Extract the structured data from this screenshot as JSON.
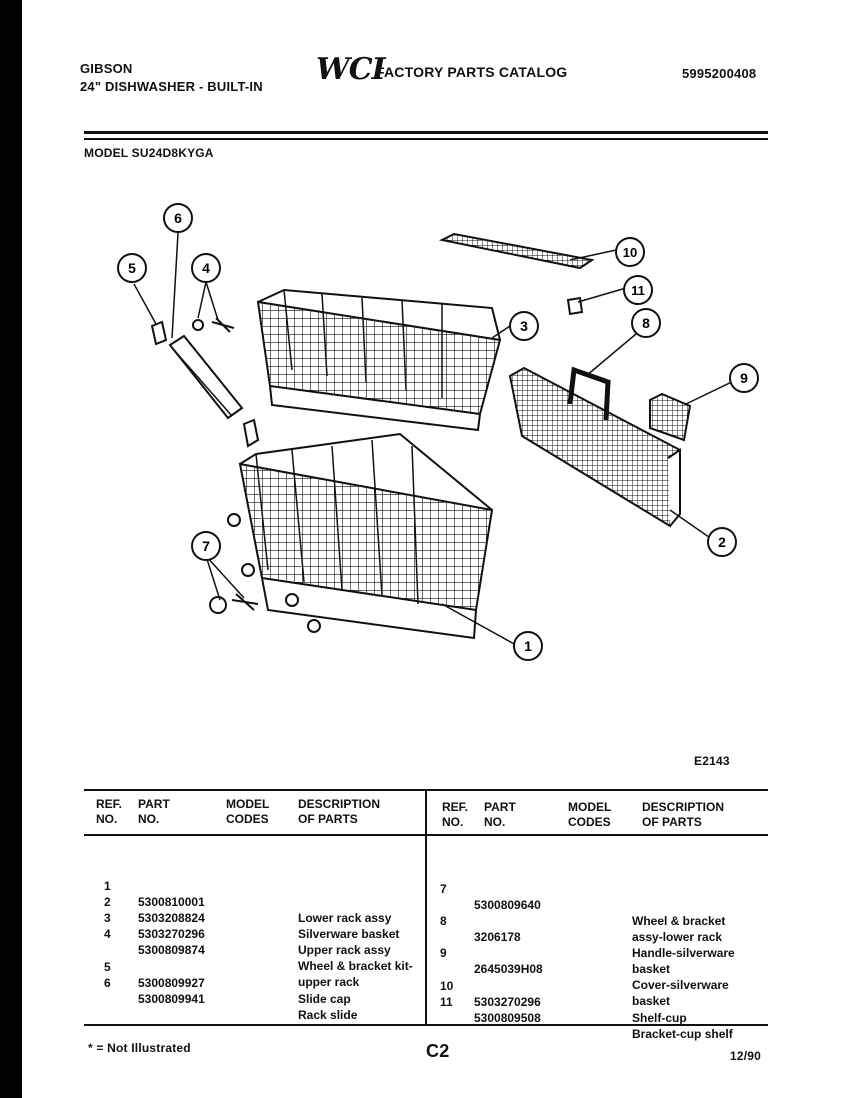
{
  "header": {
    "brand": "GIBSON",
    "product": "24\" DISHWASHER - BUILT-IN",
    "logo_text": "WCI",
    "catalog_title": "FACTORY PARTS CATALOG",
    "catalog_number": "5995200408",
    "model_line": "MODEL  SU24D8KYGA"
  },
  "diagram": {
    "code": "E2143",
    "callouts": [
      "1",
      "2",
      "3",
      "4",
      "5",
      "6",
      "7",
      "8",
      "9",
      "10",
      "11"
    ]
  },
  "table": {
    "headers": {
      "ref": "REF.\nNO.",
      "part": "PART\nNO.",
      "model": "MODEL\nCODES",
      "desc": "DESCRIPTION\nOF PARTS"
    },
    "left_rows": [
      {
        "ref": "1",
        "part": "5300810001",
        "desc": "Lower rack assy"
      },
      {
        "ref": "2",
        "part": "5303208824",
        "desc": "Silverware basket"
      },
      {
        "ref": "3",
        "part": "5303270296",
        "desc": "Upper rack assy"
      },
      {
        "ref": "4",
        "part": "5300809874",
        "desc": "Wheel & bracket kit-\nupper rack"
      },
      {
        "ref": "5",
        "part": "5300809927",
        "desc": "Slide cap"
      },
      {
        "ref": "6",
        "part": "5300809941",
        "desc": "Rack slide"
      }
    ],
    "right_rows": [
      {
        "ref": "7",
        "part": "5300809640",
        "desc": "Wheel & bracket\nassy-lower rack"
      },
      {
        "ref": "8",
        "part": "3206178",
        "desc": "Handle-silverware\nbasket"
      },
      {
        "ref": "9",
        "part": "2645039H08",
        "desc": "Cover-silverware\nbasket"
      },
      {
        "ref": "10",
        "part": "5303270296",
        "desc": "Shelf-cup"
      },
      {
        "ref": "11",
        "part": "5300809508",
        "desc": "Bracket-cup shelf"
      }
    ]
  },
  "footer": {
    "note": "* = Not Illustrated",
    "page": "C2",
    "date": "12/90"
  }
}
